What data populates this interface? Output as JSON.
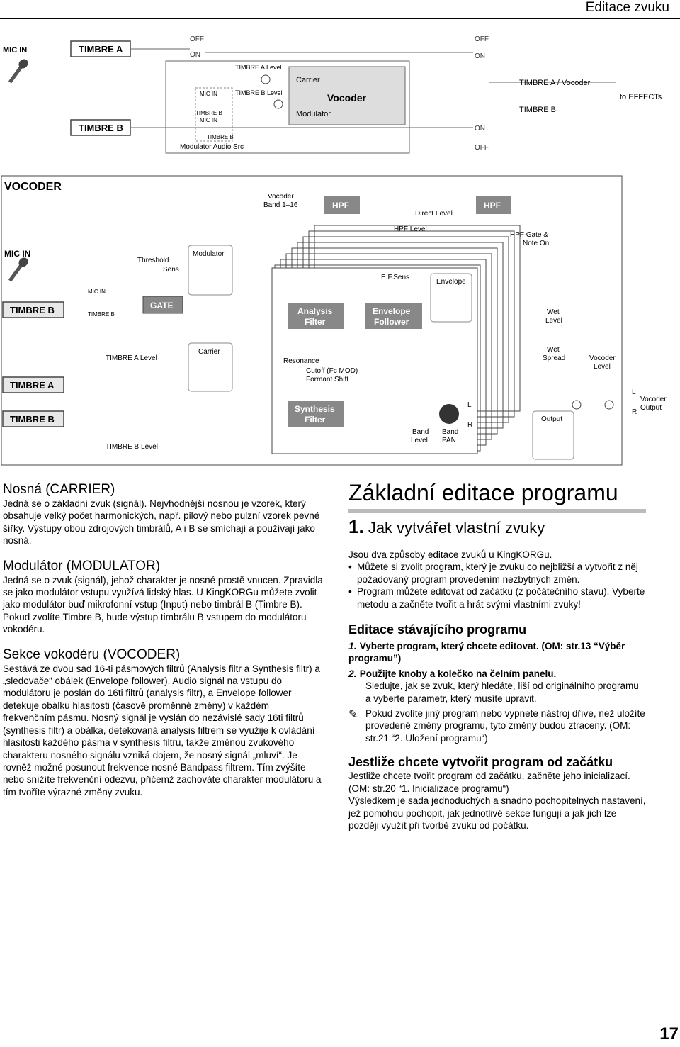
{
  "header": {
    "title": "Editace zvuku"
  },
  "diagram1": {
    "mic_in": "MIC IN",
    "timbre_a": "TIMBRE A",
    "timbre_b": "TIMBRE B",
    "timbre_a_level": "TIMBRE A Level",
    "timbre_b_level": "TIMBRE B Level",
    "carrier": "Carrier",
    "vocoder": "Vocoder",
    "modulator": "Modulator",
    "mic_in_small": "MIC IN",
    "timbre_b_small": "TIMBRE B",
    "mic_in_small2": "MIC IN",
    "timbre_b_small2": "TIMBRE B",
    "modulator_audio_src": "Modulator Audio Src",
    "off": "OFF",
    "on": "ON",
    "timbre_a_vocoder": "TIMBRE A / Vocoder",
    "timbre_b_out": "TIMBRE B",
    "to_effects": "to EFFECTs"
  },
  "diagram2": {
    "title": "VOCODER",
    "mic_in": "MIC IN",
    "timbre_b": "TIMBRE B",
    "timbre_a": "TIMBRE A",
    "timbre_b2": "TIMBRE B",
    "mic_in_small": "MIC IN",
    "timbre_b_small": "TIMBRE B",
    "threshold": "Threshold",
    "sens": "Sens",
    "modulator": "Modulator",
    "gate": "GATE",
    "carrier": "Carrier",
    "timbre_a_level": "TIMBRE A Level",
    "timbre_b_level": "TIMBRE B Level",
    "vocoder_band": "Vocoder",
    "band_range": "Band 1–16",
    "hpf1": "HPF",
    "hpf2": "HPF",
    "direct_level": "Direct Level",
    "hpf_level": "HPF Level",
    "hpf_gate": "HPF Gate &",
    "note_on": "Note On",
    "ef_sens": "E.F.Sens",
    "envelope": "Envelope",
    "analysis_filter_1": "Analysis",
    "analysis_filter_2": "Filter",
    "envelope_follower_1": "Envelope",
    "envelope_follower_2": "Follower",
    "wet_level_1": "Wet",
    "wet_level_2": "Level",
    "wet_spread_1": "Wet",
    "wet_spread_2": "Spread",
    "vocoder_level_1": "Vocoder",
    "vocoder_level_2": "Level",
    "resonance": "Resonance",
    "cutoff": "Cutoff (Fc MOD)",
    "formant_shift": "Formant Shift",
    "synthesis_filter_1": "Synthesis",
    "synthesis_filter_2": "Filter",
    "band_level_1": "Band",
    "band_level_2": "Level",
    "band_pan_1": "Band",
    "band_pan_2": "PAN",
    "l": "L",
    "r": "R",
    "l2": "L",
    "r2": "R",
    "output": "Output",
    "vocoder_output_1": "Vocoder",
    "vocoder_output_2": "Output"
  },
  "left": {
    "carrier_h": "Nosná (CARRIER)",
    "carrier_p": "Jedná se o základní zvuk (signál). Nejvhodnější nosnou je vzorek, který obsahuje velký počet harmonických, např. pilový nebo pulzní vzorek pevné šířky. Výstupy obou zdrojových timbrálů, A i B se smíchají a používají jako nosná.",
    "modulator_h": "Modulátor (MODULATOR)",
    "modulator_p": "Jedná se o zvuk (signál), jehož charakter je nosné prostě vnucen. Zpravidla se jako modulátor vstupu využívá lidský hlas. U KingKORGu můžete zvolit jako modulátor buď mikrofonní vstup (Input) nebo timbrál B (Timbre B). Pokud zvolíte Timbre B, bude výstup timbrálu B vstupem do modulátoru vokodéru.",
    "vocoder_h": "Sekce vokodéru (VOCODER)",
    "vocoder_p": "Sestává ze dvou sad 16-ti pásmových filtrů (Analysis filtr a Synthesis filtr) a „sledovače“ obálek (Envelope follower). Audio signál na vstupu do modulátoru je poslán do 16ti filtrů (analysis filtr), a Envelope follower detekuje obálku hlasitosti (časově proměnné změny) v každém frekvenčním pásmu. Nosný signál je vyslán do nezávislé sady 16ti filtrů (synthesis filtr) a obálka, detekovaná analysis filtrem se využije k ovládání hlasitosti každého pásma v synthesis filtru, takže změnou zvukového charakteru nosného signálu vzniká dojem, že nosný signál „mluví“. Je rovněž možné posunout frekvence nosné Bandpass filtrem. Tím zvýšíte nebo snížíte frekvenční odezvu, přičemž zachováte charakter modulátoru a tím tvoříte výrazné změny zvuku."
  },
  "right": {
    "main_h": "Základní editace programu",
    "sub_num": "1.",
    "sub_h": "Jak vytvářet vlastní zvuky",
    "intro": "Jsou dva způsoby editace zvuků u KingKORGu.",
    "bullet1": "Můžete si zvolit program, který je zvuku co nejbližší a vytvořit z něj požadovaný program provedením nezbytných změn.",
    "bullet2": "Program můžete editovat od začátku (z počátečního stavu). Vyberte metodu a začněte tvořit a hrát svými vlastními zvuky!",
    "edit_h": "Editace stávajícího programu",
    "step1_num": "1.",
    "step1": "Vyberte program, který chcete editovat. (OM: str.13 “Výběr programu”)",
    "step2_num": "2.",
    "step2": "Použijte knoby a kolečko na čelním panelu.",
    "step2_p": "Sledujte, jak se zvuk, který hledáte, liší od originálního programu a vyberte parametr, který musíte upravit.",
    "note": "Pokud zvolíte jiný program nebo vypnete nástroj dříve, než uložíte provedené změny programu, tyto změny budou ztraceny. (OM: str.21 “2. Uložení programu“)",
    "new_h": "Jestliže chcete vytvořit program od začátku",
    "new_p1": "Jestliže chcete tvořit program od začátku, začněte jeho inicializací. (OM: str.20 “1. Inicializace programu“)",
    "new_p2": "Výsledkem je sada jednoduchých a snadno pochopitelných nastavení, jež pomohou pochopit, jak jednotlivé sekce fungují a jak jich lze později využít při tvorbě zvuku od počátku."
  },
  "page_number": "17"
}
